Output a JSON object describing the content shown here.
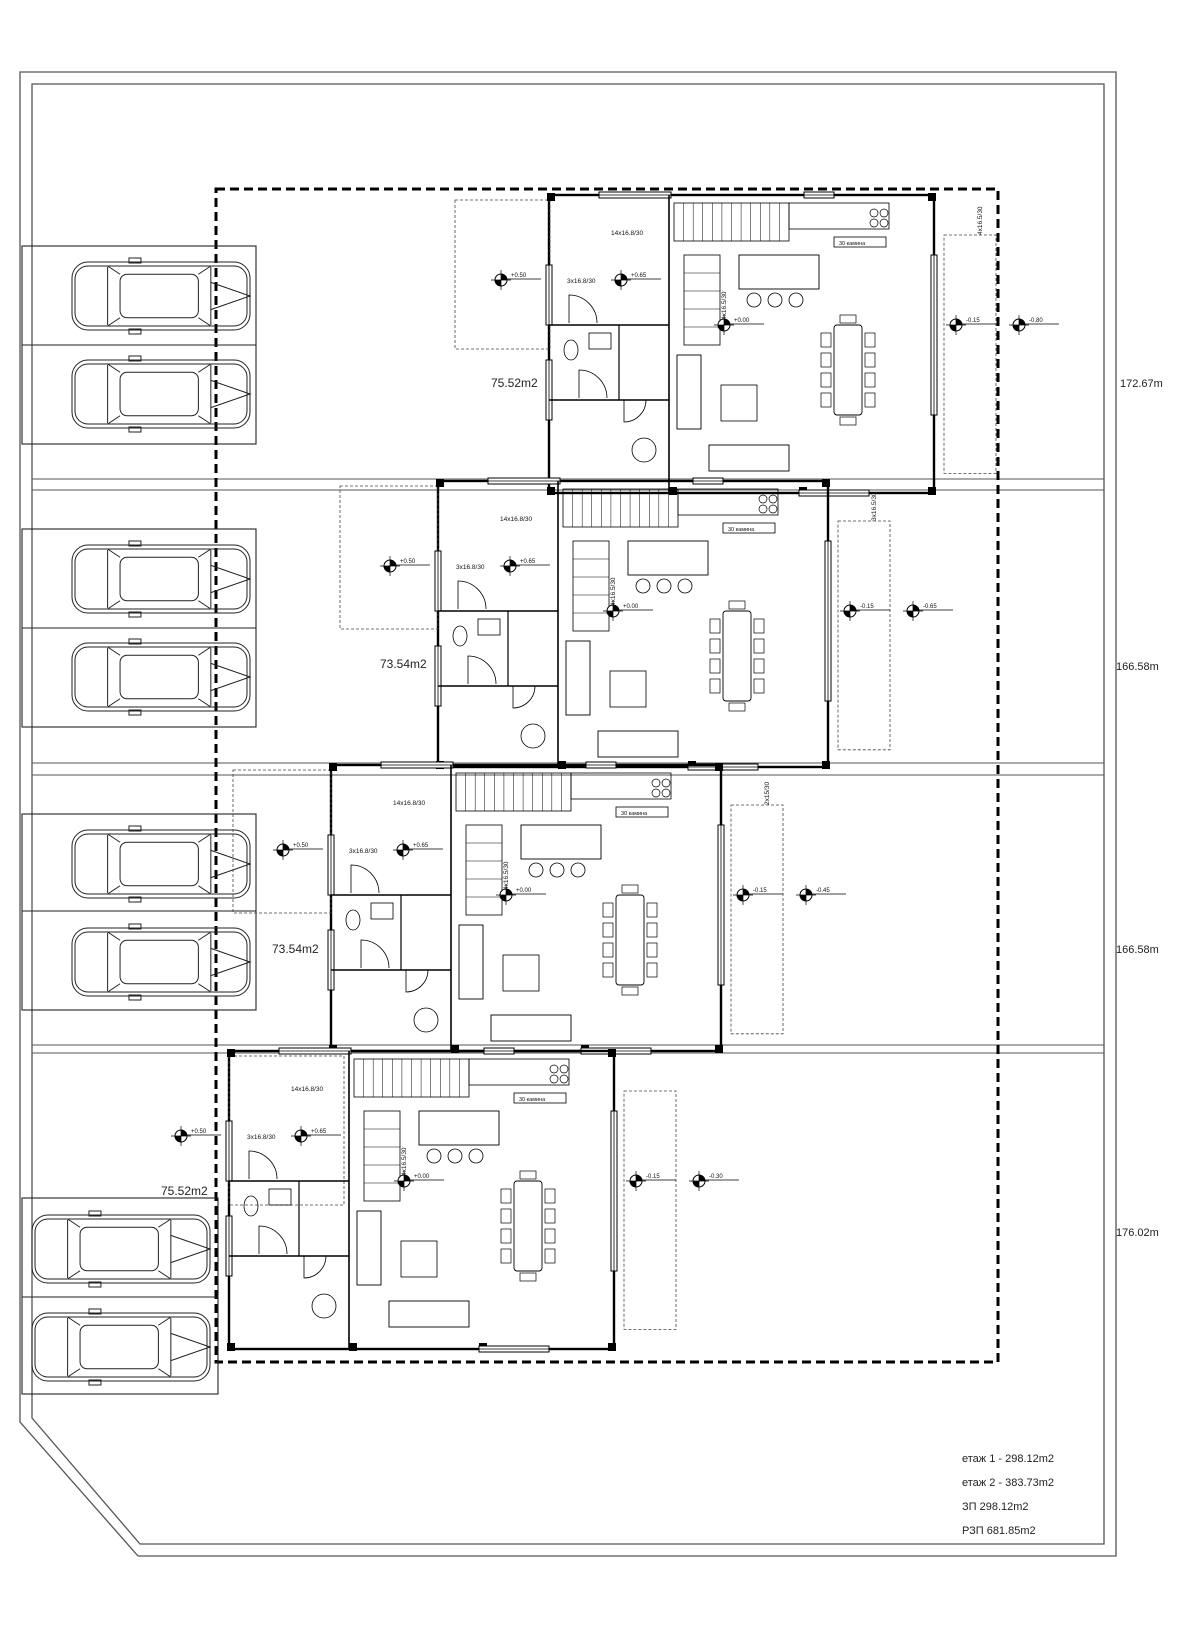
{
  "plots": [
    {
      "unit_area": "75.52m2",
      "site_area": "172.67m",
      "levels": [
        "+0.50",
        "+0.65",
        "+0.00",
        "-0.15",
        "-0.80"
      ],
      "stairs": [
        "14x16.8/30",
        "3x16.8/30",
        "4x16.5/30",
        "4x16.5/30"
      ],
      "chimney": "30 камина"
    },
    {
      "unit_area": "73.54m2",
      "site_area": "166.58m",
      "levels": [
        "+0.50",
        "+0.65",
        "+0.00",
        "-0.15",
        "-0.65"
      ],
      "stairs": [
        "14x16.8/30",
        "3x16.8/30",
        "4x16.5/30",
        "3x16.5/30"
      ],
      "chimney": "30 камина"
    },
    {
      "unit_area": "73.54m2",
      "site_area": "166.58m",
      "levels": [
        "+0.50",
        "+0.65",
        "+0.00",
        "-0.15",
        "-0.45"
      ],
      "stairs": [
        "14x16.8/30",
        "3x16.8/30",
        "4x16.5/30",
        "2x15/30"
      ],
      "chimney": "30 камина"
    },
    {
      "unit_area": "75.52m2",
      "site_area": "176.02m",
      "levels": [
        "+0.50",
        "+0.65",
        "+0.00",
        "-0.15",
        "-0.30"
      ],
      "stairs": [
        "14x16.8/30",
        "3x16.8/30",
        "4x16.5/30"
      ],
      "chimney": "30 камина"
    }
  ],
  "summary": {
    "floor1": "етаж 1 - 298.12m2",
    "floor2": "етаж 2 - 383.73m2",
    "zp": "ЗП 298.12m2",
    "rzp": "РЗП 681.85m2"
  }
}
